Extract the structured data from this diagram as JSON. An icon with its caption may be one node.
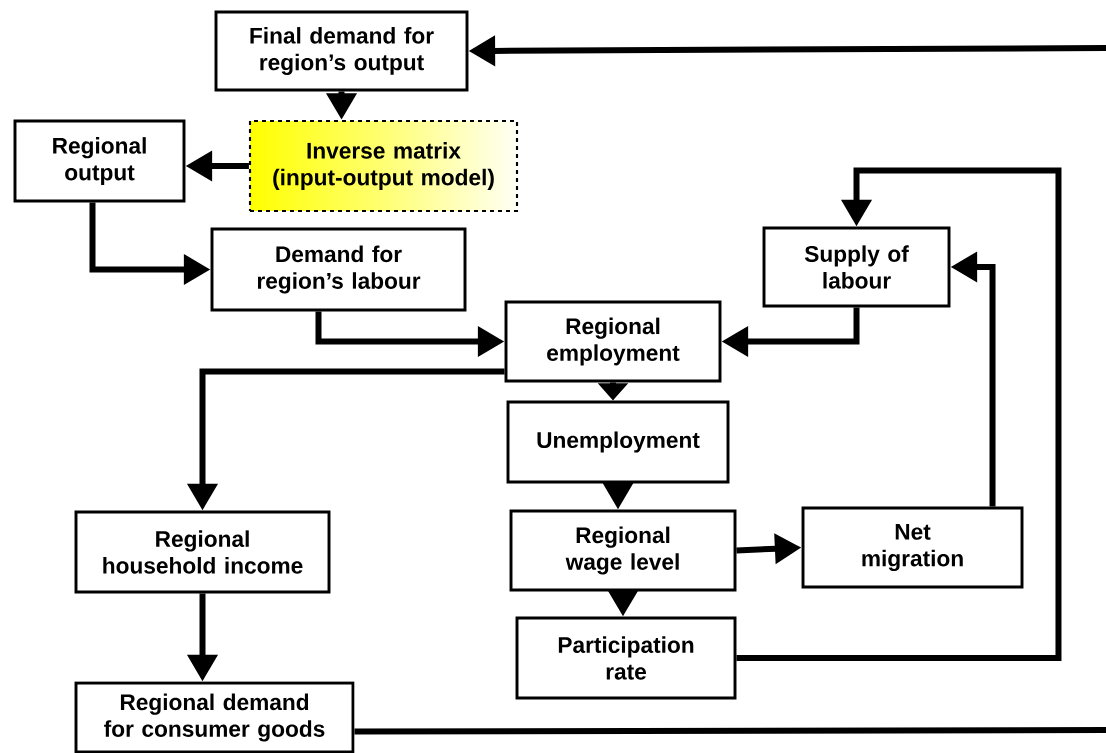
{
  "diagram": {
    "nodes": [
      {
        "text": [
          "Final demand for region’s output"
        ]
      },
      {
        "text": [
          "Inverse matrix (input-output model)"
        ]
      },
      {
        "text": [
          "Regional output"
        ]
      },
      {
        "text": [
          "Demand for region’s labour"
        ]
      },
      {
        "text": [
          "Supply of labour"
        ]
      },
      {
        "text": [
          "Regional employment"
        ]
      },
      {
        "text": [
          "Unemployment"
        ]
      },
      {
        "text": [
          "Regional wage level"
        ]
      },
      {
        "text": [
          "Net migration"
        ]
      },
      {
        "text": [
          "Regional household income"
        ]
      },
      {
        "text": [
          "Participation rate"
        ]
      },
      {
        "text": [
          "Regional demand for consumer goods"
        ]
      }
    ],
    "edges": [
      {
        "from": null,
        "to": 0,
        "arrow": "to"
      },
      {
        "from": 0,
        "to": 1,
        "arrow": "to"
      },
      {
        "from": 1,
        "to": 2,
        "arrow": "to"
      },
      {
        "from": 2,
        "to": 3,
        "arrow": "to"
      },
      {
        "from": 3,
        "to": 5,
        "arrow": "to"
      },
      {
        "from": 4,
        "to": 5,
        "arrow": "to"
      },
      {
        "from": 5,
        "to": 9,
        "arrow": "to"
      },
      {
        "from": 5,
        "to": 6,
        "arrow": "to"
      },
      {
        "from": 6,
        "to": 7,
        "arrow": "to"
      },
      {
        "from": 7,
        "to": 8,
        "arrow": "to"
      },
      {
        "from": 7,
        "to": 10,
        "arrow": "to"
      },
      {
        "from": 8,
        "to": 4,
        "arrow": "to"
      },
      {
        "from": 10,
        "to": 4,
        "arrow": "to"
      },
      {
        "from": 9,
        "to": 11,
        "arrow": "to"
      },
      {
        "from": 11,
        "to": null,
        "arrow": "none"
      }
    ]
  }
}
